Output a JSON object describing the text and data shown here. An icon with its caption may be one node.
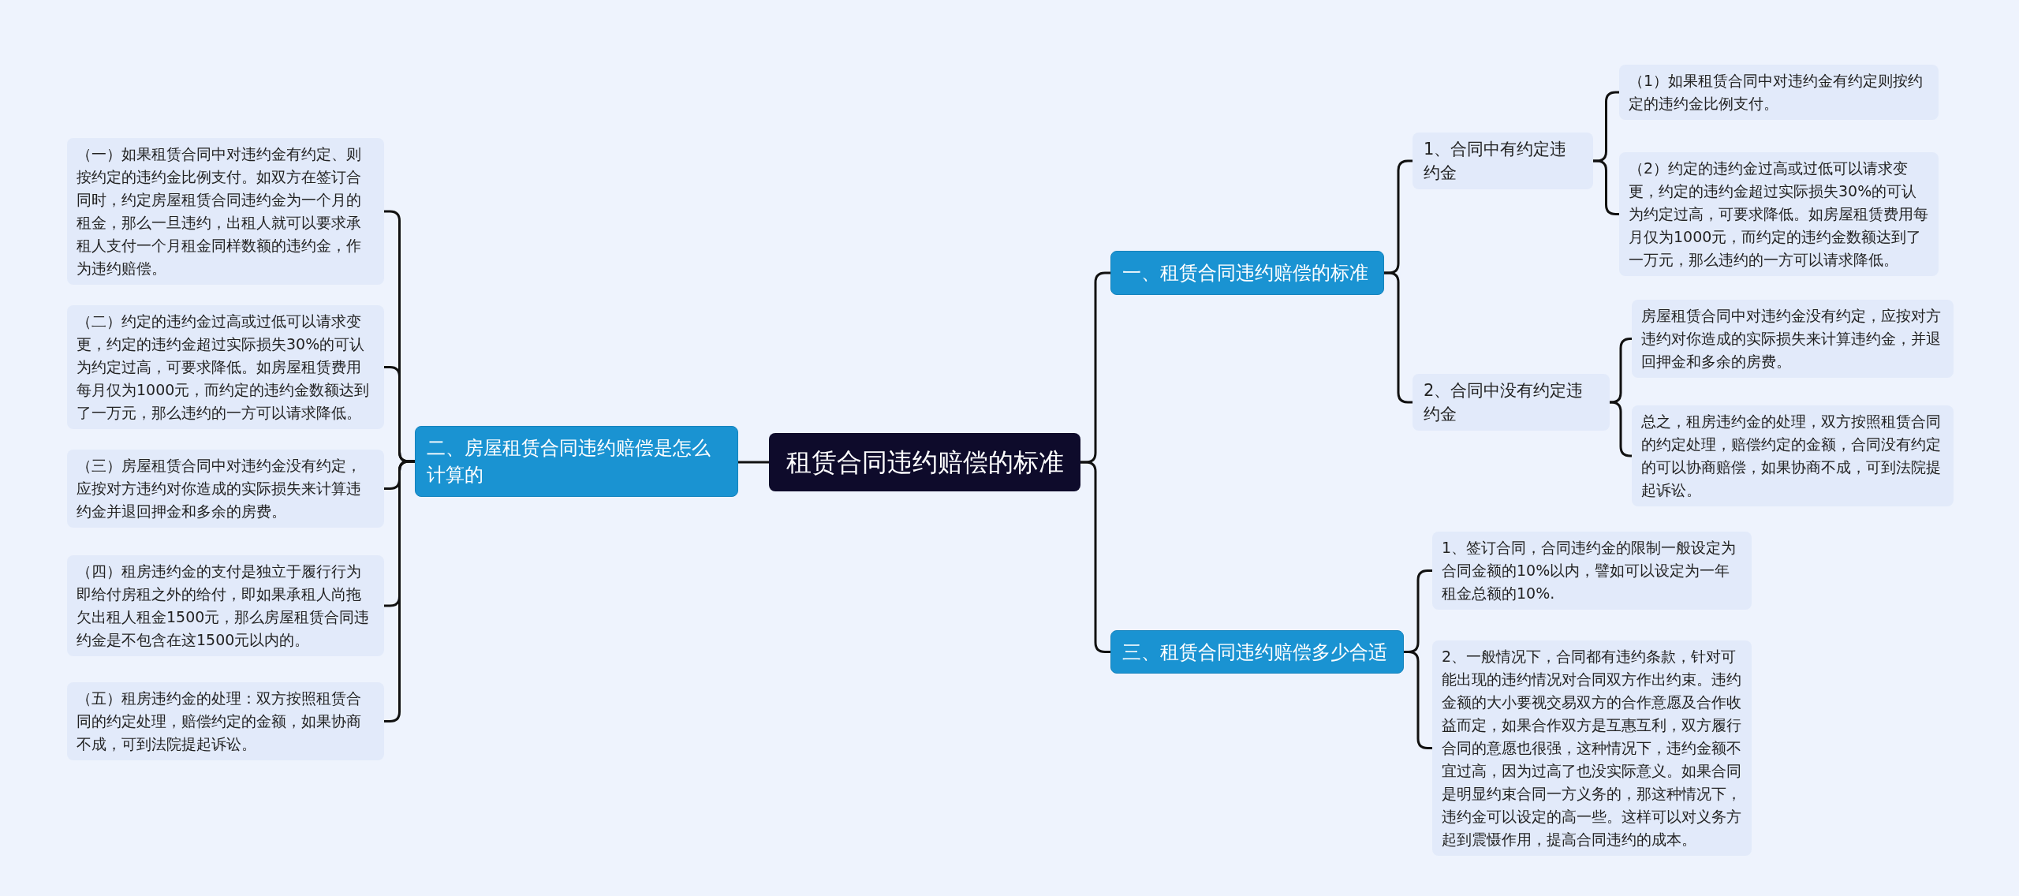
{
  "diagram": {
    "nodes": [
      {
        "text": [
          "租赁合同违约赔偿的标准"
        ]
      },
      {
        "text": [
          "一、租赁合同违约赔偿的标准"
        ]
      },
      {
        "text": [
          "1、合同中有约定违约金"
        ]
      },
      {
        "text": [
          "（1）如果租赁合同中对违约金有约定则按约定的违约金比例支付。"
        ]
      },
      {
        "text": [
          "（2）约定的违约金过高或过低可以请求变更，约定的违约金超过实际损失30%的可认为约定过高，可要求降低。如房屋租赁费用每月仅为1000元，而约定的违约金数额达到了一万元，那么违约的一方可以请求降低。"
        ]
      },
      {
        "text": [
          "2、合同中没有约定违约金"
        ]
      },
      {
        "text": [
          "房屋租赁合同中对违约金没有约定，应按对方违约对你造成的实际损失来计算违约金，并退回押金和多余的房费。"
        ]
      },
      {
        "text": [
          "总之，租房违约金的处理，双方按照租赁合同的约定处理，赔偿约定的金额，合同没有约定的可以协商赔偿，如果协商不成，可到法院提起诉讼。"
        ]
      },
      {
        "text": [
          "三、租赁合同违约赔偿多少合适"
        ]
      },
      {
        "text": [
          "1、签订合同，合同违约金的限制一般设定为合同金额的10%以内，譬如可以设定为一年租金总额的10%."
        ]
      },
      {
        "text": [
          "2、一般情况下，合同都有违约条款，针对可能出现的违约情况对合同双方作出约束。违约金额的大小要视交易双方的合作意愿及合作收益而定，如果合作双方是互惠互利，双方履行合同的意愿也很强，这种情况下，违约金额不宜过高，因为过高了也没实际意义。如果合同是明显约束合同一方义务的，那这种情况下，违约金可以设定的高一些。这样可以对义务方起到震慑作用，提高合同违约的成本。"
        ]
      },
      {
        "text": [
          "二、房屋租赁合同违约赔偿是怎么计算的"
        ]
      },
      {
        "text": [
          "（一）如果租赁合同中对违约金有约定、则按约定的违约金比例支付。如双方在签订合同时，约定房屋租赁合同违约金为一个月的租金，那么一旦违约，出租人就可以要求承租人支付一个月租金同样数额的违约金，作为违约赔偿。"
        ]
      },
      {
        "text": [
          "（二）约定的违约金过高或过低可以请求变更，约定的违约金超过实际损失30%的可认为约定过高，可要求降低。如房屋租赁费用每月仅为1000元，而约定的违约金数额达到了一万元，那么违约的一方可以请求降低。"
        ]
      },
      {
        "text": [
          "（三）房屋租赁合同中对违约金没有约定，应按对方违约对你造成的实际损失来计算违约金并退回押金和多余的房费。"
        ]
      },
      {
        "text": [
          "（四）租房违约金的支付是独立于履行行为即给付房租之外的给付，即如果承租人尚拖欠出租人租金1500元，那么房屋租赁合同违约金是不包含在这1500元以内的。"
        ]
      },
      {
        "text": [
          "（五）租房违约金的处理：双方按照租赁合同的约定处理，赔偿约定的金额，如果协商不成，可到法院提起诉讼。"
        ]
      }
    ],
    "edges": [
      {
        "from": 0,
        "to": 1,
        "arrow": "none"
      },
      {
        "from": 1,
        "to": 2,
        "arrow": "none"
      },
      {
        "from": 2,
        "to": 3,
        "arrow": "none"
      },
      {
        "from": 2,
        "to": 4,
        "arrow": "none"
      },
      {
        "from": 1,
        "to": 5,
        "arrow": "none"
      },
      {
        "from": 5,
        "to": 6,
        "arrow": "none"
      },
      {
        "from": 5,
        "to": 7,
        "arrow": "none"
      },
      {
        "from": 0,
        "to": 8,
        "arrow": "none"
      },
      {
        "from": 8,
        "to": 9,
        "arrow": "none"
      },
      {
        "from": 8,
        "to": 10,
        "arrow": "none"
      },
      {
        "from": 0,
        "to": 11,
        "arrow": "none"
      },
      {
        "from": 11,
        "to": 12,
        "arrow": "none"
      },
      {
        "from": 11,
        "to": 13,
        "arrow": "none"
      },
      {
        "from": 11,
        "to": 14,
        "arrow": "none"
      },
      {
        "from": 11,
        "to": 15,
        "arrow": "none"
      },
      {
        "from": 11,
        "to": 16,
        "arrow": "none"
      }
    ]
  }
}
